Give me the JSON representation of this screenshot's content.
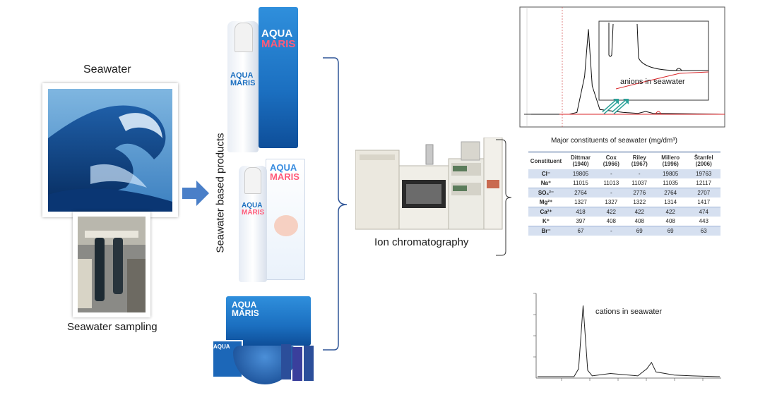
{
  "labels": {
    "seawater": "Seawater",
    "seawater_sampling": "Seawater sampling",
    "products": "Seawater based products",
    "ion_chromatography": "Ion chromatography",
    "table_title": "Major constituents of seawater (mg/dm³)",
    "anions": "anions in seawater",
    "cations": "cations in seawater"
  },
  "products": {
    "brand_top": "AQUA",
    "brand_bottom": "MARIS"
  },
  "colors": {
    "arrow": "#4a7fc8",
    "bracket": "#2f5597",
    "table_rule": "#2a4f8a",
    "table_shade": "#d6e0f0",
    "baseline_red": "#d9262a",
    "inset_arrow": "#2aa198"
  },
  "table": {
    "headers": [
      "Constituent",
      "Dittmar (1940)",
      "Cox (1966)",
      "Riley (1967)",
      "Millero (1996)",
      "Štanfel (2006)"
    ],
    "rows": [
      {
        "ion": "Cl⁻",
        "values": [
          "19805",
          "-",
          "-",
          "19805",
          "19763"
        ]
      },
      {
        "ion": "Na⁺",
        "values": [
          "11015",
          "11013",
          "11037",
          "11035",
          "12117"
        ]
      },
      {
        "ion": "SO₄²⁻",
        "values": [
          "2764",
          "-",
          "2776",
          "2764",
          "2707"
        ]
      },
      {
        "ion": "Mg²⁺",
        "values": [
          "1327",
          "1327",
          "1322",
          "1314",
          "1417"
        ]
      },
      {
        "ion": "Ca²⁺",
        "values": [
          "418",
          "422",
          "422",
          "422",
          "474"
        ]
      },
      {
        "ion": "K⁺",
        "values": [
          "397",
          "408",
          "408",
          "408",
          "443"
        ]
      },
      {
        "ion": "Br⁻",
        "values": [
          "67",
          "-",
          "69",
          "69",
          "63"
        ]
      }
    ]
  },
  "chart_data": [
    {
      "type": "line",
      "title": "anions in seawater",
      "series": [
        {
          "x": [
            0,
            5,
            6,
            7,
            7.5,
            8,
            9,
            12,
            14,
            15,
            16,
            20,
            25
          ],
          "values": [
            0,
            0,
            2,
            40,
            90,
            30,
            5,
            2,
            1,
            3,
            1,
            0.5,
            0
          ]
        }
      ]
    },
    {
      "type": "line",
      "title": "cations in seawater",
      "series": [
        {
          "x": [
            0,
            4,
            4.5,
            5,
            5.5,
            6,
            8,
            11,
            12,
            12.5,
            13,
            15,
            17,
            20
          ],
          "values": [
            0,
            0,
            10,
            90,
            8,
            1,
            4,
            1,
            10,
            18,
            6,
            2,
            1,
            0
          ]
        }
      ]
    }
  ]
}
